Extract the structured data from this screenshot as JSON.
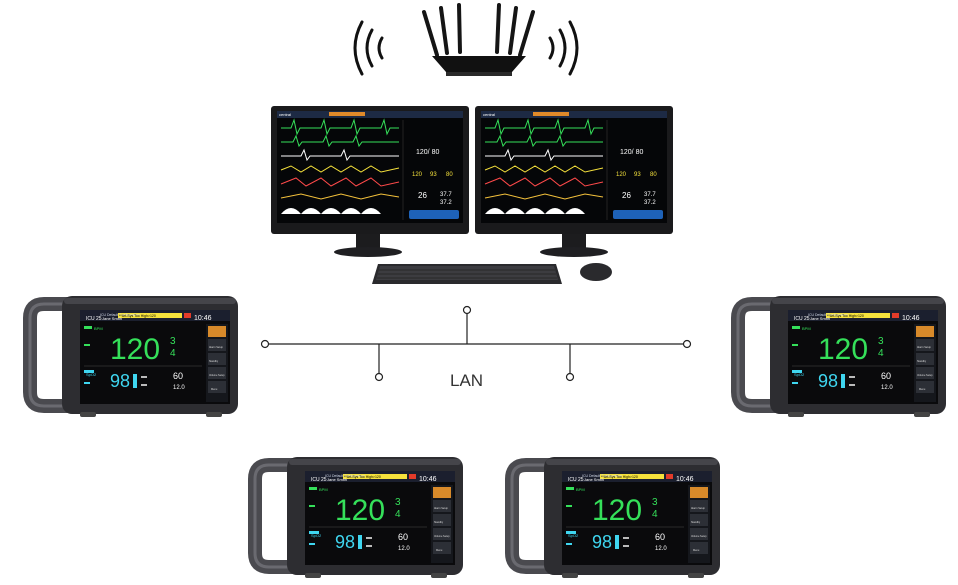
{
  "diagram": {
    "network_label": "LAN"
  },
  "monitor": {
    "config_title": "ICU Default Configuration",
    "bed": "ICU 25",
    "patient": "Jane Smith",
    "alarm": "**Art-Sys Too High>120",
    "time": "10:46",
    "hr_label": "BPM",
    "main_value": "120",
    "sub_value_top": "3",
    "sub_value_bottom": "4",
    "spo2_label": "SpO2",
    "spo2_value": "98",
    "resp_value": "60",
    "temp_value": "12.0",
    "side_buttons": [
      "",
      "Alarm Setup",
      "Standby",
      "Volume Setup",
      "Menu"
    ]
  },
  "central_station": {
    "bp_value": "120/ 80",
    "values": [
      "120",
      "93",
      "80",
      "26",
      "37.7",
      "37.2"
    ],
    "brand": "central"
  },
  "colors": {
    "hr_green": "#35e05a",
    "spo2_cyan": "#3fd6f0",
    "alarm_yellow": "#f5e13c",
    "line": "#222222"
  }
}
